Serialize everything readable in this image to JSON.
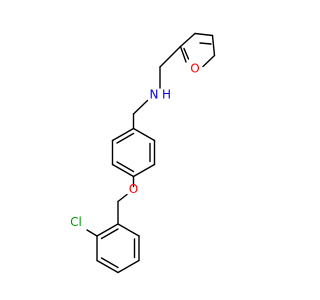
{
  "molecule": {
    "atoms": {
      "chlorine": {
        "text": "Cl",
        "color": "#00a000"
      },
      "ether_oxygen": {
        "text": "O",
        "color": "#ff0000"
      },
      "furan_oxygen": {
        "text": "O",
        "color": "#ff0000"
      },
      "amine": {
        "text": "N",
        "color": "#0000ff"
      },
      "amine_h": {
        "text": "H",
        "color": "#0000ff"
      }
    }
  }
}
